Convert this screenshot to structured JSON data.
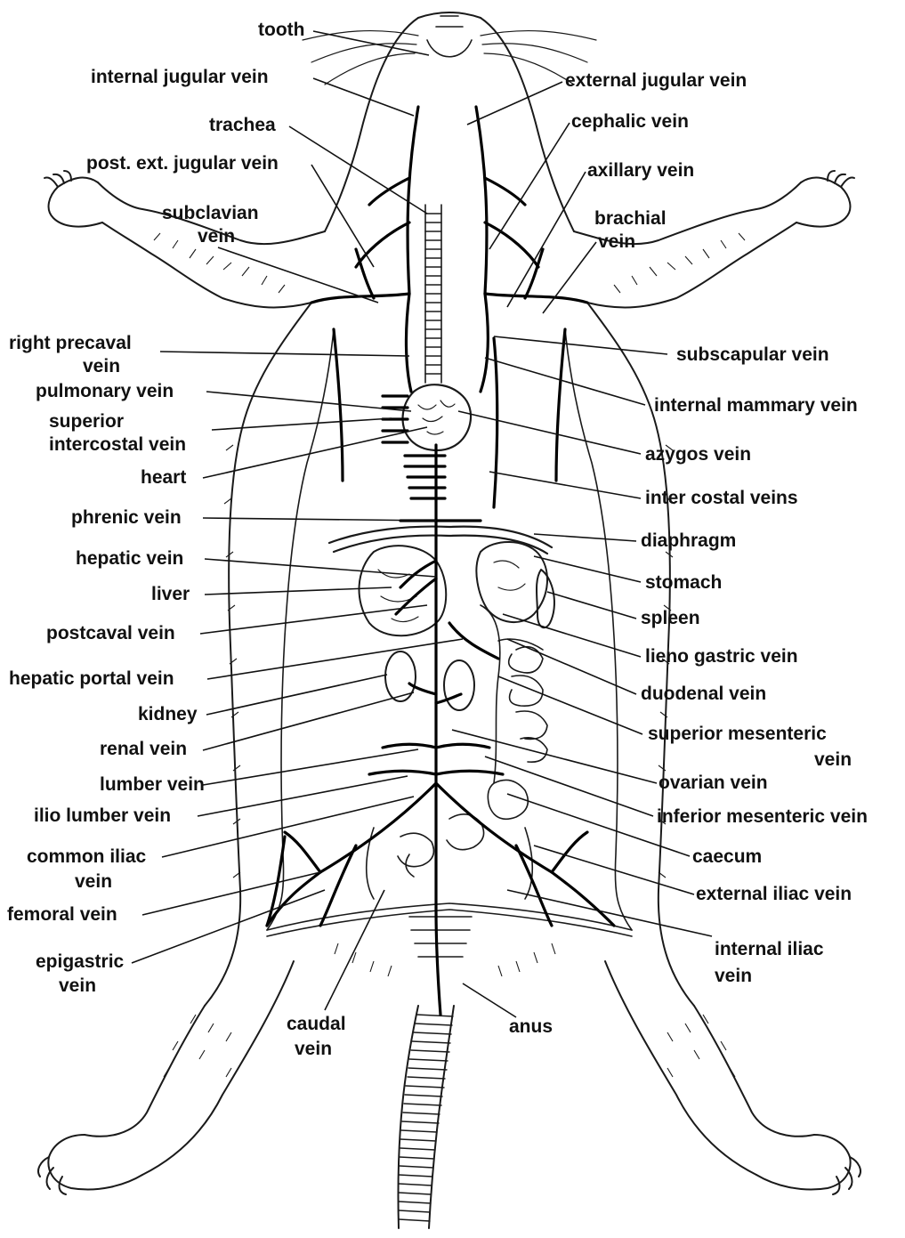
{
  "labels": {
    "tooth": "tooth",
    "internal_jugular_vein": "internal jugular vein",
    "external_jugular_vein": "external jugular vein",
    "trachea": "trachea",
    "cephalic_vein": "cephalic vein",
    "post_ext_jugular_vein": "post. ext. jugular vein",
    "axillary_vein": "axillary vein",
    "subclavian_vein_1": "subclavian",
    "subclavian_vein_2": "vein",
    "brachial_vein_1": "brachial",
    "brachial_vein_2": "vein",
    "right_precaval_vein_1": "right precaval",
    "right_precaval_vein_2": "vein",
    "subscapular_vein": "subscapular vein",
    "pulmonary_vein": "pulmonary vein",
    "internal_mammary_vein": "internal mammary vein",
    "superior_intercostal_vein_1": "superior",
    "superior_intercostal_vein_2": "intercostal vein",
    "azygos_vein": "azygos vein",
    "heart": "heart",
    "inter_costal_veins": "inter costal veins",
    "phrenic_vein": "phrenic vein",
    "diaphragm": "diaphragm",
    "hepatic_vein": "hepatic vein",
    "stomach": "stomach",
    "liver": "liver",
    "spleen": "spleen",
    "postcaval_vein": "postcaval vein",
    "lieno_gastric_vein": "lieno gastric vein",
    "hepatic_portal_vein": "hepatic portal vein",
    "duodenal_vein": "duodenal vein",
    "kidney": "kidney",
    "superior_mesenteric_vein_1": "superior mesenteric",
    "superior_mesenteric_vein_2": "vein",
    "renal_vein": "renal vein",
    "ovarian_vein": "ovarian vein",
    "lumber_vein": "lumber vein",
    "inferior_mesenteric_vein": "inferior mesenteric vein",
    "ilio_lumber_vein": "ilio lumber vein",
    "caecum": "caecum",
    "common_iliac_vein_1": "common iliac",
    "common_iliac_vein_2": "vein",
    "external_iliac_vein": "external iliac vein",
    "femoral_vein": "femoral vein",
    "internal_iliac_vein_1": "internal iliac",
    "internal_iliac_vein_2": "vein",
    "epigastric_vein_1": "epigastric",
    "epigastric_vein_2": "vein",
    "caudal_vein_1": "caudal",
    "caudal_vein_2": "vein",
    "anus": "anus"
  }
}
